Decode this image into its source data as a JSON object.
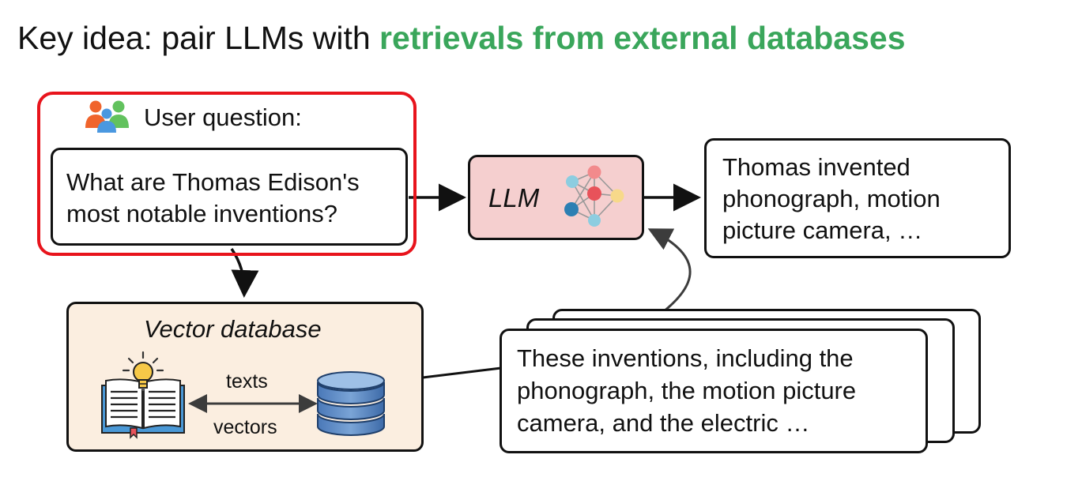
{
  "title": {
    "prefix": "Key idea: pair LLMs with ",
    "highlight": "retrievals from external databases",
    "highlight_color": "#3aa65b"
  },
  "user": {
    "label": "User question:",
    "icon": "users-icon",
    "frame_color": "#e8141c",
    "question_line1": "What are Thomas Edison's",
    "question_line2": "most notable inventions?"
  },
  "llm": {
    "label": "LLM",
    "icon": "neural-network-icon",
    "fill_color": "#f5cfcf"
  },
  "answer": {
    "line1": "Thomas invented",
    "line2": "phonograph, motion",
    "line3": "picture camera, …"
  },
  "vector_db": {
    "title": "Vector database",
    "texts_label": "texts",
    "vectors_label": "vectors",
    "book_icon": "book-lightbulb-icon",
    "database_icon": "database-icon",
    "fill_color": "#fbeee0"
  },
  "retrieved": {
    "line1": "These inventions, including the",
    "line2": "phonograph, the motion picture",
    "line3": "camera, and the electric …"
  }
}
